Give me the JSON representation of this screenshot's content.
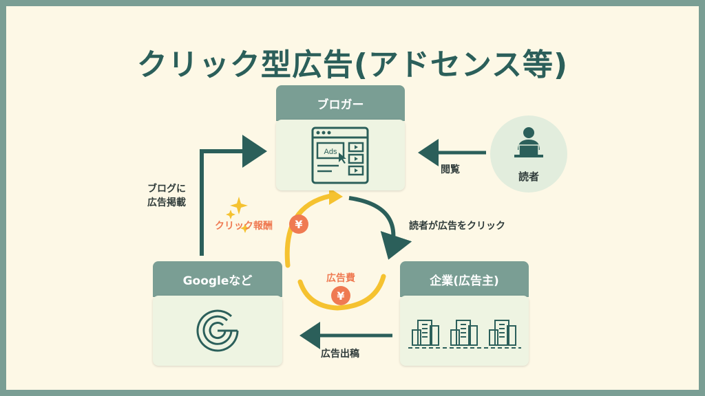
{
  "title": "クリック型広告(アドセンス等)",
  "nodes": {
    "blogger": {
      "header": "ブロガー",
      "ads_text": "Ads"
    },
    "google": {
      "header": "Googleなど"
    },
    "advertiser": {
      "header": "企業(広告主)"
    },
    "reader": {
      "label": "読者"
    }
  },
  "edges": {
    "view": "閲覧",
    "blog_ads": [
      "ブログに",
      "広告掲載"
    ],
    "click": "読者が広告をクリック",
    "placement": "広告出稿",
    "click_reward": "クリック報酬",
    "ad_fee": "広告費"
  },
  "yen_symbol": "¥",
  "colors": {
    "primary": "#2b5f5a",
    "header": "#7a9e94",
    "card": "#eef4e2",
    "cycle": "#f5c230",
    "accent": "#ef7a52"
  }
}
